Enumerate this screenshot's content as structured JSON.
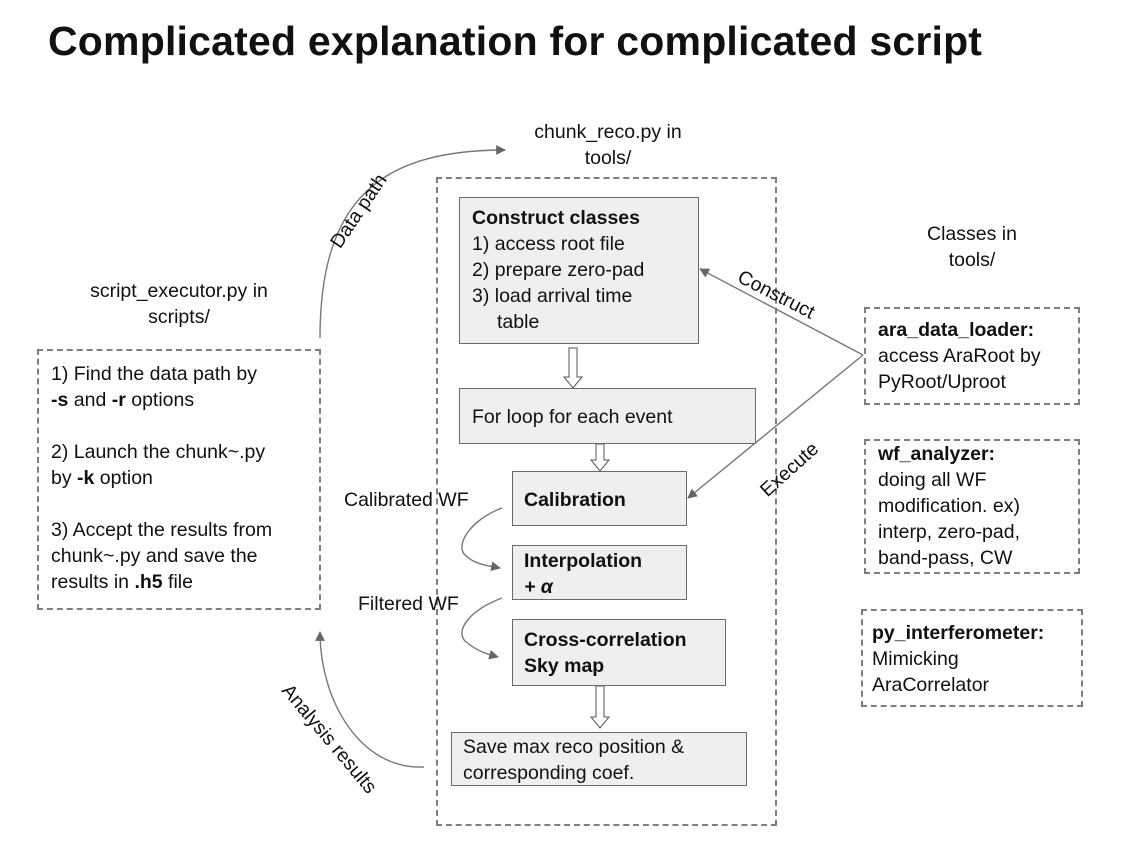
{
  "title": "Complicated explanation for complicated script",
  "chunk_label": {
    "line1": "chunk_reco.py in",
    "line2": "tools/"
  },
  "executor_label": {
    "line1": "script_executor.py in",
    "line2": "scripts/"
  },
  "classes_label": {
    "line1": "Classes in",
    "line2": "tools/"
  },
  "executor_box": {
    "step1_a": "1) Find the data path by",
    "step1_s": "-s",
    "step1_and": " and ",
    "step1_r": "-r",
    "step1_tail": " options",
    "step2_a": "2) Launch the chunk~.py",
    "step2_by": "by ",
    "step2_k": "-k",
    "step2_tail": " option",
    "step3_a": "3) Accept the results from",
    "step3_b": "chunk~.py and save the",
    "step3_c": "results in ",
    "step3_h5": ".h5",
    "step3_tail": " file"
  },
  "construct_box": {
    "heading": "Construct classes",
    "item1": "1) access root file",
    "item2": "2) prepare zero-pad",
    "item3": "3) load arrival time",
    "item3b": "table"
  },
  "loop_box": "For loop for each event",
  "calibration_box": "Calibration",
  "interpolation_box": {
    "line1": "Interpolation",
    "line2": "+ α"
  },
  "crosscorr_box": {
    "line1": "Cross-correlation",
    "line2": "Sky map"
  },
  "save_box": {
    "line1": "Save max reco position &",
    "line2": "corresponding coef."
  },
  "class_boxes": [
    {
      "name": "ara_data_loader:",
      "lines": [
        "access AraRoot by",
        "PyRoot/Uproot"
      ]
    },
    {
      "name": "wf_analyzer:",
      "lines": [
        "doing all WF",
        "modification. ex)",
        "interp, zero-pad,",
        "band-pass, CW"
      ]
    },
    {
      "name": "py_interferometer:",
      "lines": [
        "Mimicking",
        "AraCorrelator"
      ]
    }
  ],
  "arrow_labels": {
    "data_path": "Data path",
    "analysis_results": "Analysis results",
    "construct": "Construct",
    "execute": "Execute",
    "calibrated_wf": "Calibrated WF",
    "filtered_wf": "Filtered WF"
  },
  "colors": {
    "box_fill": "#efefef",
    "dash": "#7f7f7f",
    "line": "#777777"
  }
}
